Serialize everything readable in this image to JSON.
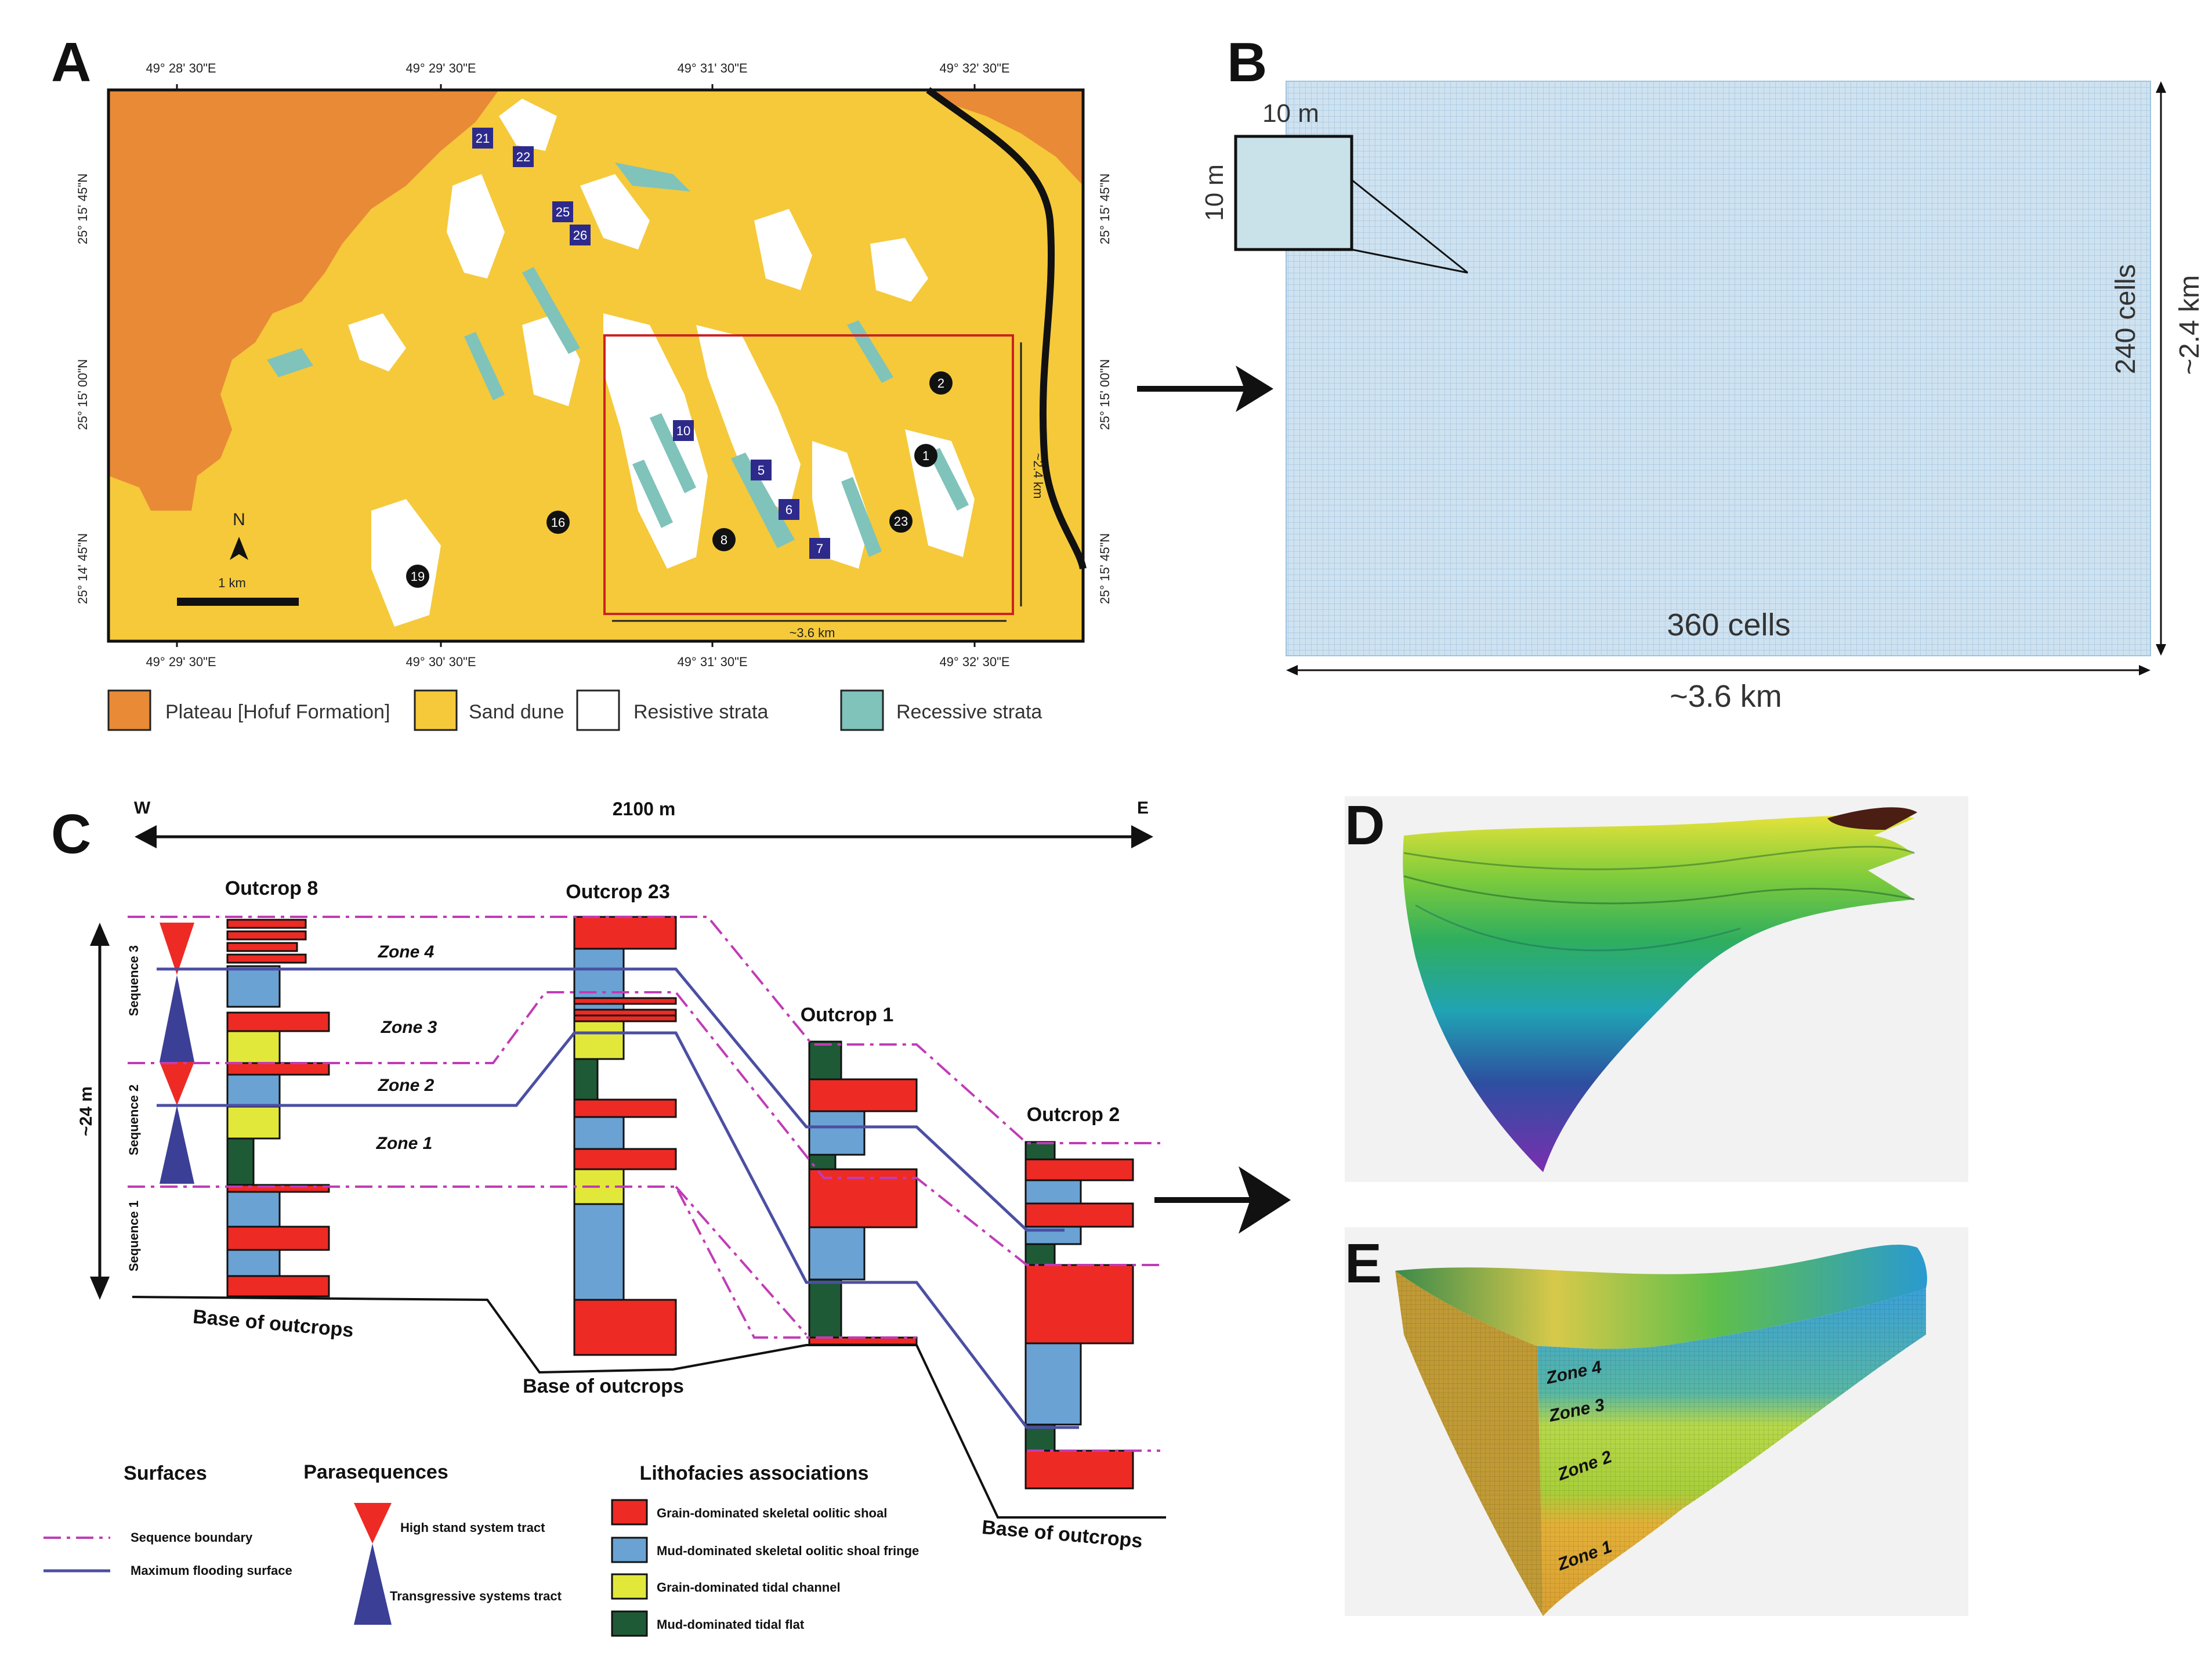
{
  "colors": {
    "plateau": "#e98a37",
    "sand_dune": "#f5c93a",
    "resistive": "#ffffff",
    "recessive": "#7fc3bb",
    "grid_fill": "#cfe2f0",
    "grid_line": "#9fc3e0",
    "grain_shoal": "#ee2a24",
    "mud_fringe": "#6aa2d4",
    "tidal_channel": "#e2e83a",
    "tidal_flat": "#1f5a36",
    "seq_boundary": "#c03cb6",
    "mfs": "#4b4fa3",
    "hst": "#ee2a24",
    "tst": "#3c3f96"
  },
  "panel_a": {
    "letter": "A",
    "top_ticks": [
      "49° 28' 30\"E",
      "49° 29' 30\"E",
      "49° 31' 30\"E",
      "49° 32' 30\"E"
    ],
    "bottom_ticks": [
      "49° 29' 30\"E",
      "49° 30' 30\"E",
      "49° 31' 30\"E",
      "49° 32' 30\"E"
    ],
    "left_ticks": [
      "25° 15' 45\"N",
      "25° 15' 00\"N",
      "25° 14' 45\"N"
    ],
    "right_ticks": [
      "25° 15' 45\"N",
      "25° 15' 00\"N",
      "25° 15' 45\"N"
    ],
    "north": "N",
    "scale": "1 km",
    "box_height": "~2.4 km",
    "box_width": "~3.6 km",
    "square_markers": [
      "21",
      "22",
      "25",
      "26",
      "10",
      "5",
      "6",
      "7"
    ],
    "circle_markers": [
      "2",
      "1",
      "23",
      "8",
      "16",
      "19"
    ],
    "legend": [
      {
        "label": "Plateau [Hofuf Formation]",
        "color_key": "plateau"
      },
      {
        "label": "Sand dune",
        "color_key": "sand_dune"
      },
      {
        "label": "Resistive strata",
        "color_key": "resistive"
      },
      {
        "label": "Recessive strata",
        "color_key": "recessive"
      }
    ]
  },
  "panel_b": {
    "letter": "B",
    "cell_w": "10 m",
    "cell_h": "10 m",
    "cells_y": "240 cells",
    "cells_x": "360 cells",
    "extent_y": "~2.4 km",
    "extent_x": "~3.6 km"
  },
  "panel_c": {
    "letter": "C",
    "west": "W",
    "east": "E",
    "width": "2100 m",
    "height": "~24 m",
    "outcrops": [
      "Outcrop 8",
      "Outcrop 23",
      "Outcrop 1",
      "Outcrop 2"
    ],
    "zones": [
      "Zone 4",
      "Zone 3",
      "Zone 2",
      "Zone 1"
    ],
    "sequences": [
      "Sequence 3",
      "Sequence 2",
      "Sequence 1"
    ],
    "base": "Base of outcrops",
    "surfaces_title": "Surfaces",
    "surfaces": [
      "Sequence boundary",
      "Maximum flooding surface"
    ],
    "parasequences_title": "Parasequences",
    "parasequences": [
      "High stand system tract",
      "Transgressive systems tract"
    ],
    "lithofacies_title": "Lithofacies associations",
    "lithofacies": [
      {
        "label": "Grain-dominated skeletal oolitic shoal",
        "color_key": "grain_shoal"
      },
      {
        "label": "Mud-dominated skeletal oolitic shoal fringe",
        "color_key": "mud_fringe"
      },
      {
        "label": "Grain-dominated tidal channel",
        "color_key": "tidal_channel"
      },
      {
        "label": "Mud-dominated tidal flat",
        "color_key": "tidal_flat"
      }
    ]
  },
  "panel_d": {
    "letter": "D"
  },
  "panel_e": {
    "letter": "E",
    "zones": [
      "Zone 4",
      "Zone 3",
      "Zone 2",
      "Zone 1"
    ]
  }
}
